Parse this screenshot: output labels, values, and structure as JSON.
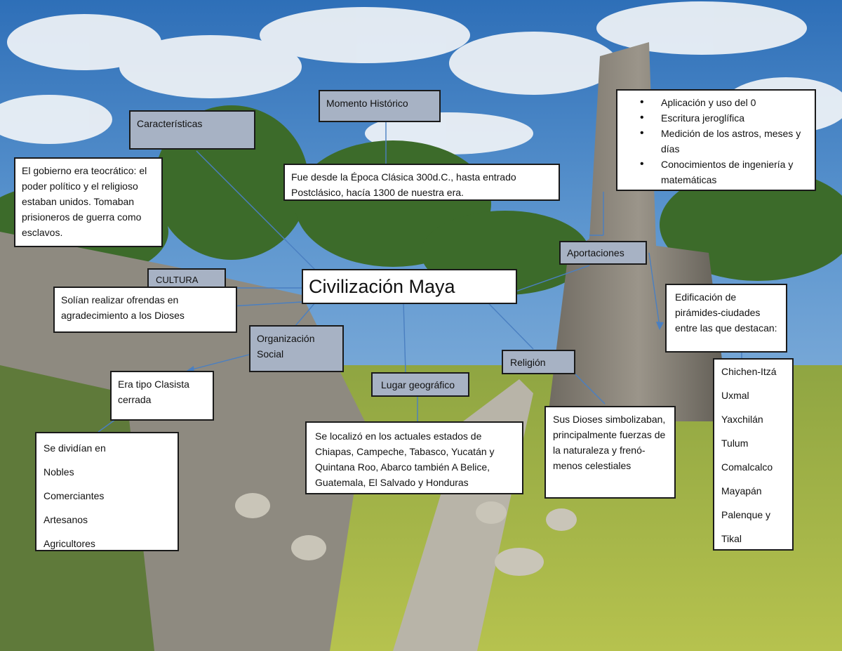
{
  "title": "Civilización Maya",
  "headers": {
    "caracteristicas": "Características",
    "momento": "Momento Histórico",
    "aportaciones": "Aportaciones",
    "cultura": "CULTURA",
    "organizacion": "Organización Social",
    "lugar": "Lugar geográfico",
    "religion": "Religión"
  },
  "texts": {
    "gobierno": "El gobierno era teocrático: el poder político y el religioso estaban unidos. Tomaban prisioneros de guerra como esclavos.",
    "momento": "Fue desde la Época Clásica 300d.C., hasta entrado Postclásico, hacía 1300 de nuestra era.",
    "ofrendas": "Solían realizar ofrendas en agradecimiento a los Dioses",
    "clasista": "Era tipo Clasista cerrada",
    "lugar": "Se localizó en los actuales estados de Chiapas, Campeche, Tabasco, Yucatán y Quintana Roo, Abarco también A Belice, Guatemala, El Salvado y Honduras",
    "religion": "Sus Dioses simbolizaban, principalmente fuerzas de la naturaleza y frenó-menos celestiales",
    "edificacion": "Edificación de pirámides-ciudades entre las que destacan:"
  },
  "aportaciones_list": [
    "Aplicación y uso del 0",
    "Escritura jeroglífica",
    "Medición de los astros, meses y días",
    "Conocimientos de ingeniería y matemáticas"
  ],
  "clases_list": [
    "Se dividían en",
    "Nobles",
    "Comerciantes",
    "Artesanos",
    "Agricultores"
  ],
  "ciudades_list": [
    "Chichen-Itzá",
    "Uxmal",
    " Yaxchilán",
    " Tulum",
    "Comalcalco",
    "Mayapán",
    "Palenque y",
    "Tikal"
  ],
  "colors": {
    "header_fill": "#a7b2c4",
    "connector": "#4a7fc1",
    "border": "#1a1a1a"
  },
  "background_image": "tikal-temple-and-plaza-photo"
}
